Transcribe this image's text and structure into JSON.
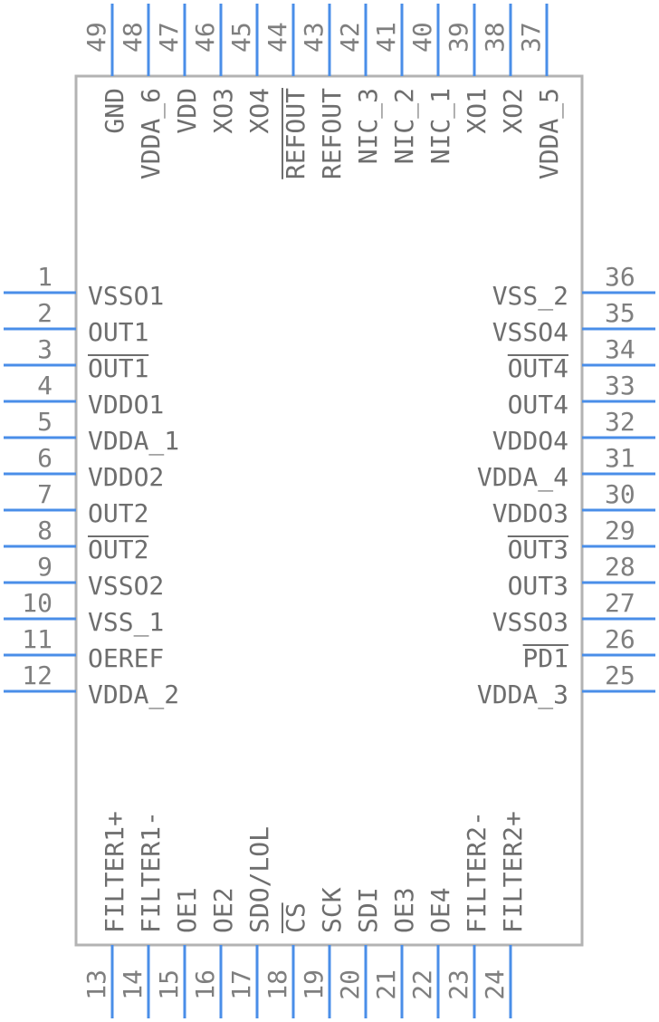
{
  "component": {
    "pins": {
      "left": [
        {
          "num": "1",
          "name": "VSSO1"
        },
        {
          "num": "2",
          "name": "OUT1"
        },
        {
          "num": "3",
          "name": "OUT1",
          "bar": true
        },
        {
          "num": "4",
          "name": "VDDO1"
        },
        {
          "num": "5",
          "name": "VDDA_1"
        },
        {
          "num": "6",
          "name": "VDDO2"
        },
        {
          "num": "7",
          "name": "OUT2"
        },
        {
          "num": "8",
          "name": "OUT2",
          "bar": true
        },
        {
          "num": "9",
          "name": "VSSO2"
        },
        {
          "num": "10",
          "name": "VSS_1"
        },
        {
          "num": "11",
          "name": "OEREF"
        },
        {
          "num": "12",
          "name": "VDDA_2"
        }
      ],
      "right": [
        {
          "num": "36",
          "name": "VSS_2"
        },
        {
          "num": "35",
          "name": "VSSO4"
        },
        {
          "num": "34",
          "name": "OUT4",
          "bar": true
        },
        {
          "num": "33",
          "name": "OUT4"
        },
        {
          "num": "32",
          "name": "VDDO4"
        },
        {
          "num": "31",
          "name": "VDDA_4"
        },
        {
          "num": "30",
          "name": "VDDO3"
        },
        {
          "num": "29",
          "name": "OUT3",
          "bar": true
        },
        {
          "num": "28",
          "name": "OUT3"
        },
        {
          "num": "27",
          "name": "VSSO3"
        },
        {
          "num": "26",
          "name": "PD1",
          "bar": true
        },
        {
          "num": "25",
          "name": "VDDA_3"
        }
      ],
      "bottom": [
        {
          "num": "13",
          "name": "FILTER1+"
        },
        {
          "num": "14",
          "name": "FILTER1-"
        },
        {
          "num": "15",
          "name": "OE1"
        },
        {
          "num": "16",
          "name": "OE2"
        },
        {
          "num": "17",
          "name": "SDO/LOL"
        },
        {
          "num": "18",
          "name": "CS",
          "bar": true
        },
        {
          "num": "19",
          "name": "SCK"
        },
        {
          "num": "20",
          "name": "SDI"
        },
        {
          "num": "21",
          "name": "OE3"
        },
        {
          "num": "22",
          "name": "OE4"
        },
        {
          "num": "23",
          "name": "FILTER2-"
        },
        {
          "num": "24",
          "name": "FILTER2+"
        }
      ],
      "top": [
        {
          "num": "49",
          "name": "GND"
        },
        {
          "num": "48",
          "name": "VDDA_6"
        },
        {
          "num": "47",
          "name": "VDD"
        },
        {
          "num": "46",
          "name": "XO3"
        },
        {
          "num": "45",
          "name": "XO4"
        },
        {
          "num": "44",
          "name": "REFOUT",
          "bar": true
        },
        {
          "num": "43",
          "name": "REFOUT"
        },
        {
          "num": "42",
          "name": "NIC_3"
        },
        {
          "num": "41",
          "name": "NIC_2"
        },
        {
          "num": "40",
          "name": "NIC_1"
        },
        {
          "num": "39",
          "name": "XO1"
        },
        {
          "num": "38",
          "name": "XO2"
        },
        {
          "num": "37",
          "name": "VDDA_5"
        }
      ]
    },
    "colors": {
      "pin": "#4a8ee8",
      "outline": "#b3b3b3",
      "text": "#6e6e6e"
    }
  }
}
